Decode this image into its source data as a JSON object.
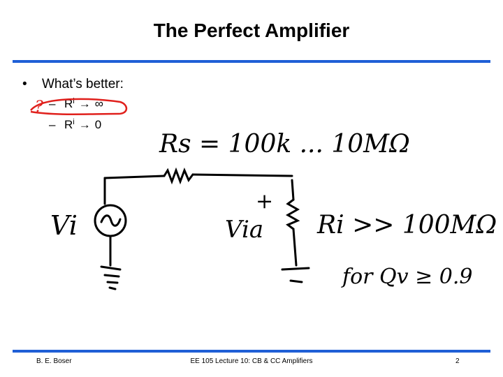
{
  "slide": {
    "title": "The Perfect Amplifier",
    "bullet": "What’s better:",
    "options": [
      {
        "dash": "–",
        "r": "R",
        "sub": "i",
        "arrow": "→",
        "value": "∞"
      },
      {
        "dash": "–",
        "r": "R",
        "sub": "i",
        "arrow": "→",
        "value": "0"
      }
    ]
  },
  "annotations": {
    "rs_label": "Rs = 100k ... 10MΩ",
    "vi_label": "Vi",
    "via_label": "Via",
    "plus_sign": "+",
    "ri_label": "Ri >> 100MΩ",
    "condition": "for Qv ≥ 0.9",
    "question_mark": "?"
  },
  "footer": {
    "author": "B. E. Boser",
    "course": "EE 105 Lecture 10: CB & CC Amplifiers",
    "page": "2"
  },
  "colors": {
    "rule": "#1f5fd6",
    "highlight": "#e0201c",
    "ink": "#000000"
  }
}
